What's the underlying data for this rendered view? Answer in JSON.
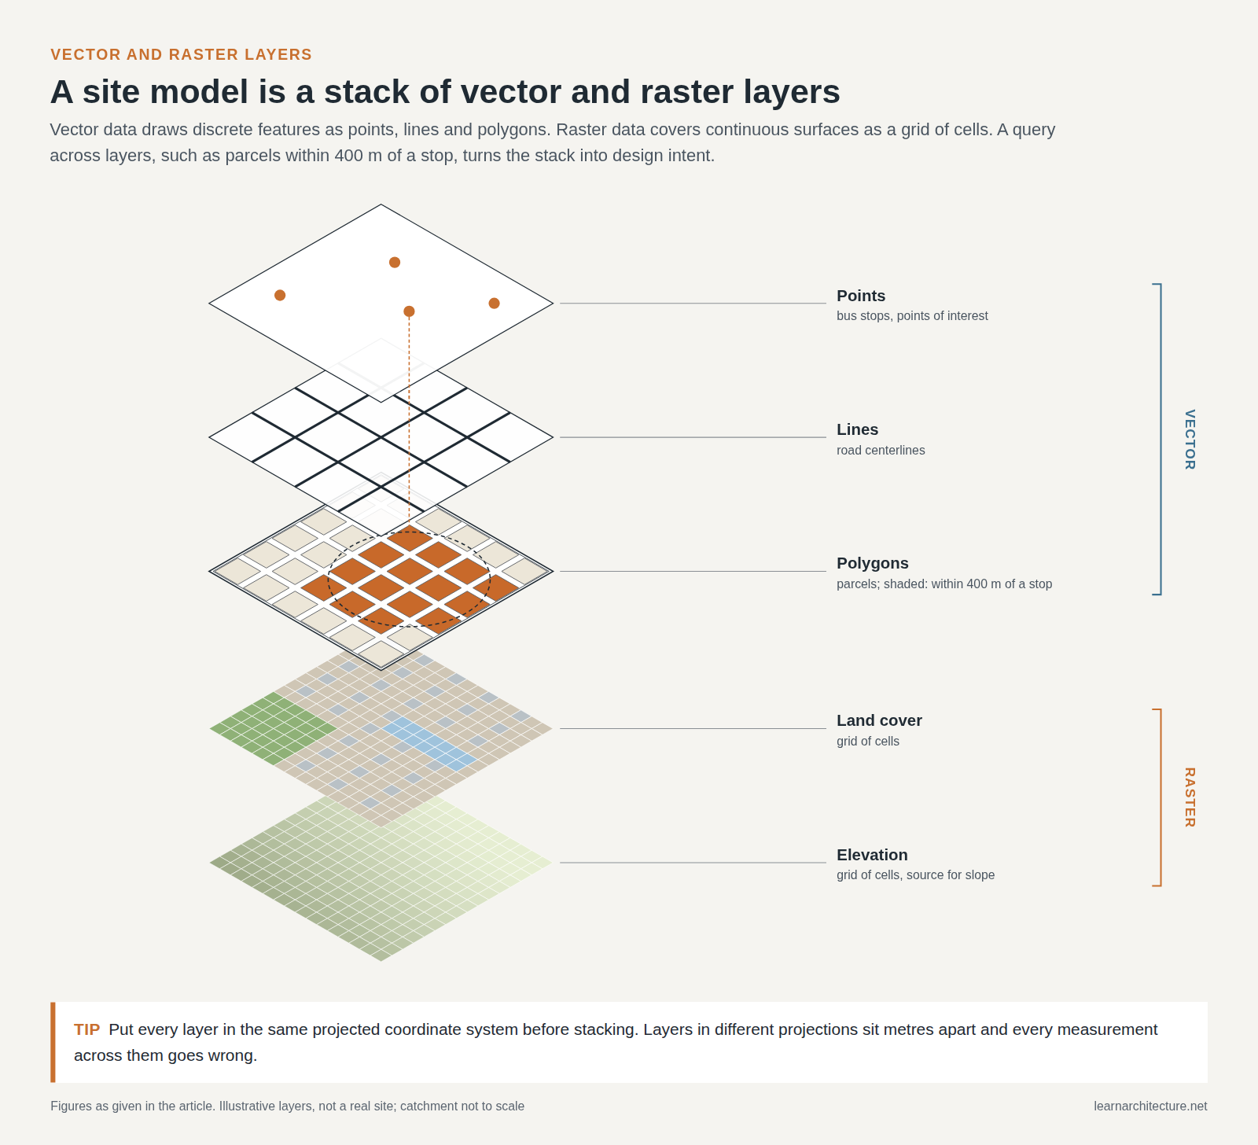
{
  "diagram": {
    "title": "A site model is a stack of vector and raster layers",
    "caption": "Vector data draws discrete features as points, lines and polygons. Raster data covers continuous surfaces as a grid of cells. A query across layers, such as parcels within 400 m of a stop, turns the stack into design intent.",
    "nodes": [
      {
        "text": [
          "TIP",
          "Put every layer in the same projected coordinate system before stacking. Layers in different projections sit metres apart and every measurement across them goes wrong."
        ]
      }
    ],
    "labels": [
      "VECTOR AND RASTER LAYERS",
      "Points",
      "bus stops, points of interest",
      "Lines",
      "road centerlines",
      "Polygons",
      "parcels; shaded: within 400 m of a stop",
      "Land cover",
      "grid of cells",
      "Elevation",
      "grid of cells, source for slope",
      "VECTOR",
      "RASTER",
      "Figures as given in the article. Illustrative layers, not a real site; catchment not to scale",
      "learnarchitecture.net"
    ]
  }
}
